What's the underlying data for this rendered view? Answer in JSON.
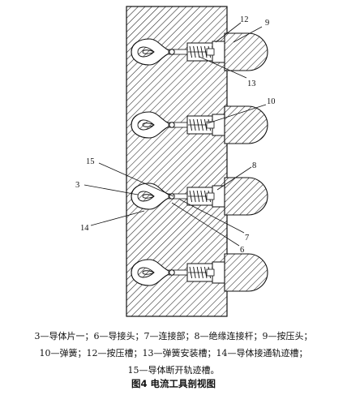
{
  "figure": {
    "callouts": [
      "12",
      "9",
      "13",
      "10",
      "15",
      "8",
      "3",
      "14",
      "7",
      "6"
    ],
    "legend_lines": [
      "3—导体片一；6—导接头；7—连接部；8—绝缘连接杆；9—按压头；",
      "10—弹簧；12—按压槽；13—弹簧安装槽；14—导体接通轨迹槽；",
      "15—导体断开轨迹槽。"
    ],
    "caption": "图4   电流工具剖视图"
  }
}
